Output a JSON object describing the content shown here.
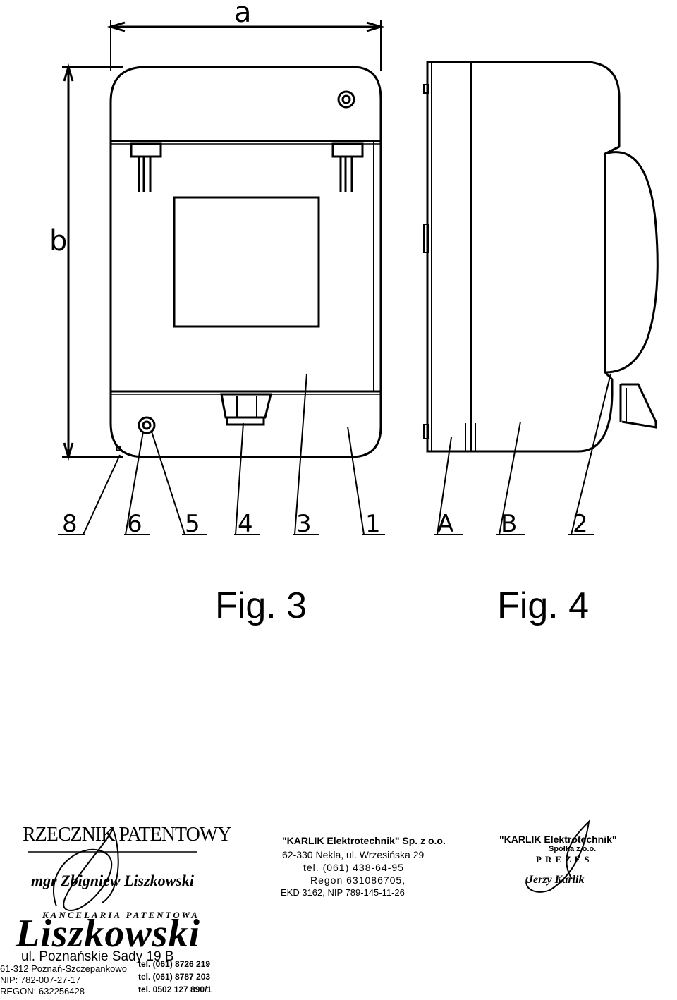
{
  "figure3": {
    "caption": "Fig. 3",
    "dim_width": "a",
    "dim_height": "b",
    "callouts": [
      "8",
      "6",
      "5",
      "4",
      "3",
      "1"
    ]
  },
  "figure4": {
    "caption": "Fig. 4",
    "callouts": [
      "A",
      "B",
      "2"
    ]
  },
  "stamp_attorney": {
    "title": "RZECZNIK PATENTOWY",
    "name": "mgr Zbigniew Liszkowski",
    "office": "KANCELARIA PATENTOWA",
    "logo": "Liszkowski",
    "address": "ul. Poznańskie Sady 19 B",
    "city": "61-312 Poznań-Szczepankowo",
    "nip": "NIP: 782-007-27-17",
    "regon": "REGON: 632256428",
    "tel1": "tel. (061) 8726 219",
    "tel2": "tel. (061) 8787 203",
    "tel3": "tel. 0502 127 890/1"
  },
  "stamp_company": {
    "name": "\"KARLIK Elektrotechnik\" Sp. z o.o.",
    "address": "62-330 Nekla, ul. Wrzesińska 29",
    "tel": "tel. (061) 438-64-95",
    "regon": "Regon 631086705,",
    "ekd": "EKD 3162, NIP 789-145-11-26"
  },
  "stamp_president": {
    "company": "\"KARLIK Elektrotechnik\"",
    "form": "Spółka z o.o.",
    "role": "PREZES",
    "person": "Jerzy Karlik"
  }
}
